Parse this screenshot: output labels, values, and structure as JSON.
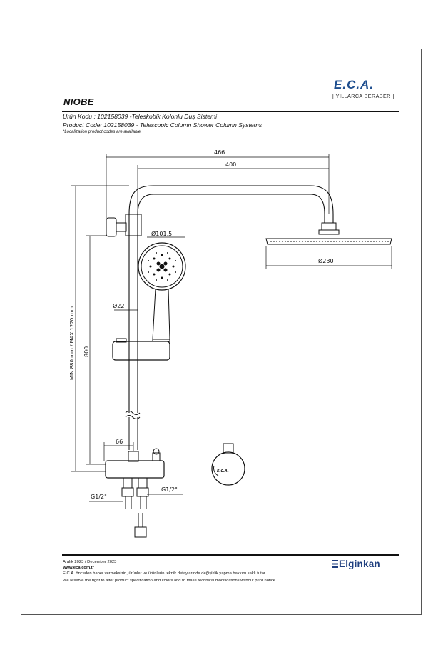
{
  "title": "NIOBE",
  "product": {
    "line_tr": "Ürün Kodu : 102158039  -Teleskobik Kolonlu Duş Sistemi",
    "line_en": "Product Code: 102158039 - Telescopic Column Shower Column Systems",
    "note": "*Localization product codes are available."
  },
  "brand": {
    "logo": "E.C.A.",
    "tagline": "[ YILLARCA BERABER ]",
    "footer_logo": "Elginkan"
  },
  "dimensions": {
    "d466": "466",
    "d400": "400",
    "d101": "Ø101,5",
    "d230": "Ø230",
    "d22": "Ø22",
    "d800": "800",
    "height_range": "MIN 880 mm  /  MAX 1220 mm",
    "d66": "66",
    "g_left": "G1/2\"",
    "g_right": "G1/2\""
  },
  "marks": {
    "mixer_brand": "E.C.A."
  },
  "footer": {
    "date": "Aralık 2023 / December 2023",
    "web": "www.eca.com.tr",
    "disclaimer_tr": "E.C.A. önceden haber vermeksizin, ürünler ve ürünlerin teknik detaylarında değişiklik yapma hakkını saklı tutar.",
    "disclaimer_en": "We reserve the right to alter product specification and colors and to make technical modifications without prior notice."
  }
}
